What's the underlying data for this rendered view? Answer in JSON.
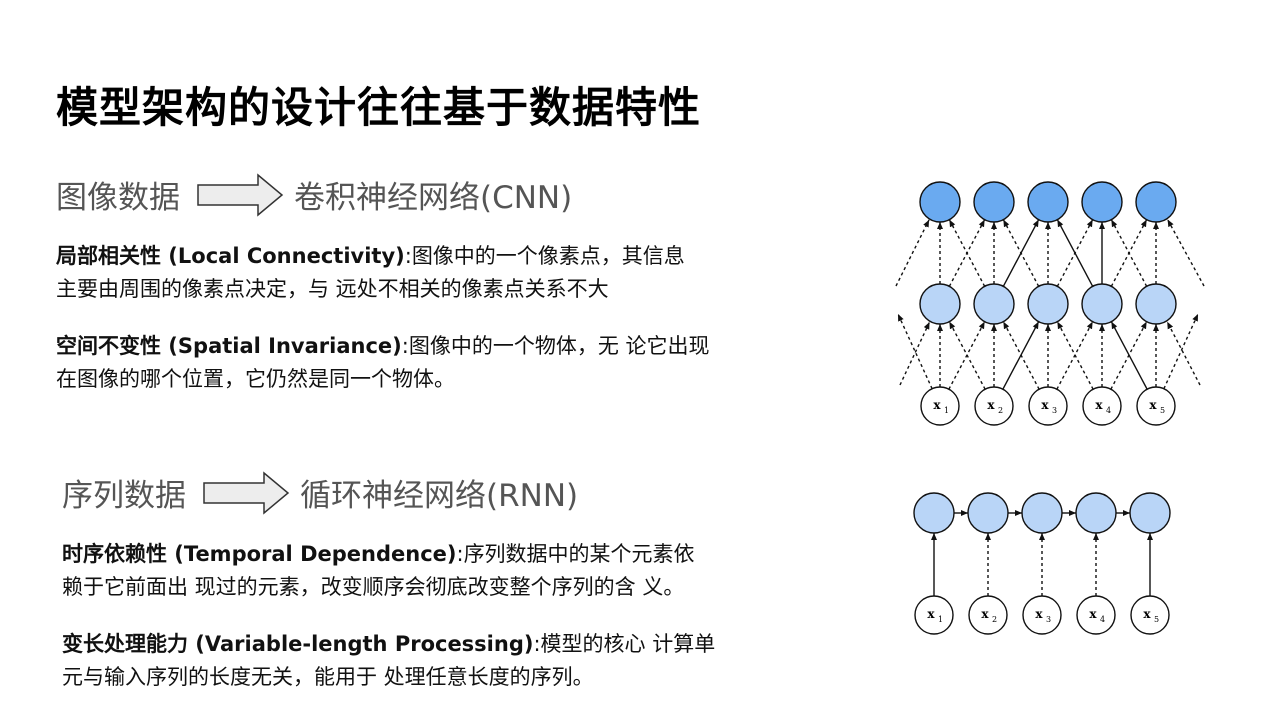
{
  "title": "模型架构的设计往往基于数据特性",
  "sections": [
    {
      "left": "图像数据",
      "right": "卷积神经网络(CNN)",
      "items": [
        {
          "term": "局部相关性 (Local Connectivity)",
          "sep": ":",
          "line1": "图像中的一个像素点，其信息",
          "line2": "主要由周围的像素点决定，与 远处不相关的像素点关系不大"
        },
        {
          "term": "空间不变性 (Spatial Invariance)",
          "sep": ":",
          "line1": "图像中的一个物体，无 论它出现",
          "line2": "在图像的哪个位置，它仍然是同一个物体。"
        }
      ]
    },
    {
      "left": "序列数据",
      "right": "循环神经网络(RNN)",
      "items": [
        {
          "term": "时序依赖性 (Temporal Dependence)",
          "sep": ":",
          "line1": "序列数据中的某个元素依",
          "line2": "赖于它前面出 现过的元素，改变顺序会彻底改变整个序列的含 义。"
        },
        {
          "term": "变长处理能力 (Variable-length Processing)",
          "sep": ":",
          "line1": "模型的核心 计算单",
          "line2": "元与输入序列的长度无关，能用于 处理任意长度的序列。"
        }
      ]
    }
  ],
  "diagrams": {
    "inputs": [
      "x",
      "x",
      "x",
      "x",
      "x"
    ],
    "input_subscripts": [
      "1",
      "2",
      "3",
      "4",
      "5"
    ],
    "colors": {
      "top_node": "#6aaaf0",
      "mid_node": "#b9d5f7",
      "input_node": "#ffffff",
      "stroke": "#111111"
    }
  }
}
